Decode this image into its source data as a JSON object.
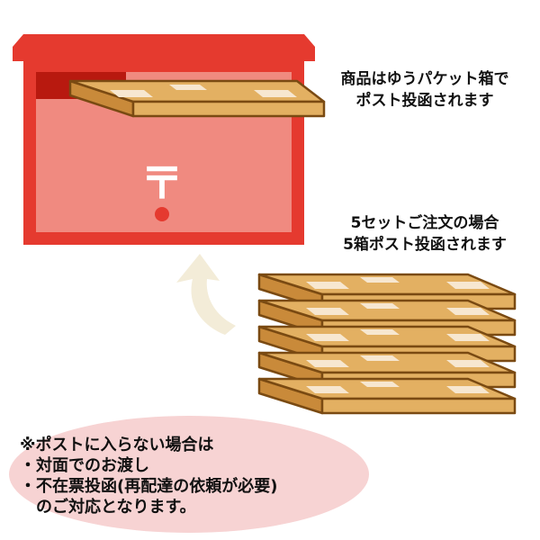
{
  "caption_top": {
    "line1": "商品はゆうパケット箱で",
    "line2": "ポスト投函されます"
  },
  "caption_middle": {
    "line1": "5セットご注文の場合",
    "line2": "5箱ポスト投函されます"
  },
  "note": {
    "line1": "※ポストに入らない場合は",
    "line2": "・対面でのお渡し",
    "line3": "・不在票投函(再配達の依頼が必要)",
    "line4": "　のご対応となります。"
  },
  "mailbox_symbol": "〒",
  "colors": {
    "mailbox_red": "#e53a2f",
    "mailbox_face": "#f08a80",
    "slot": "#b8190f",
    "box": "#e3b062",
    "box_edge": "#7a4a12",
    "ellipse": "#f7d3d3",
    "arrow": "#f3ecd8"
  }
}
